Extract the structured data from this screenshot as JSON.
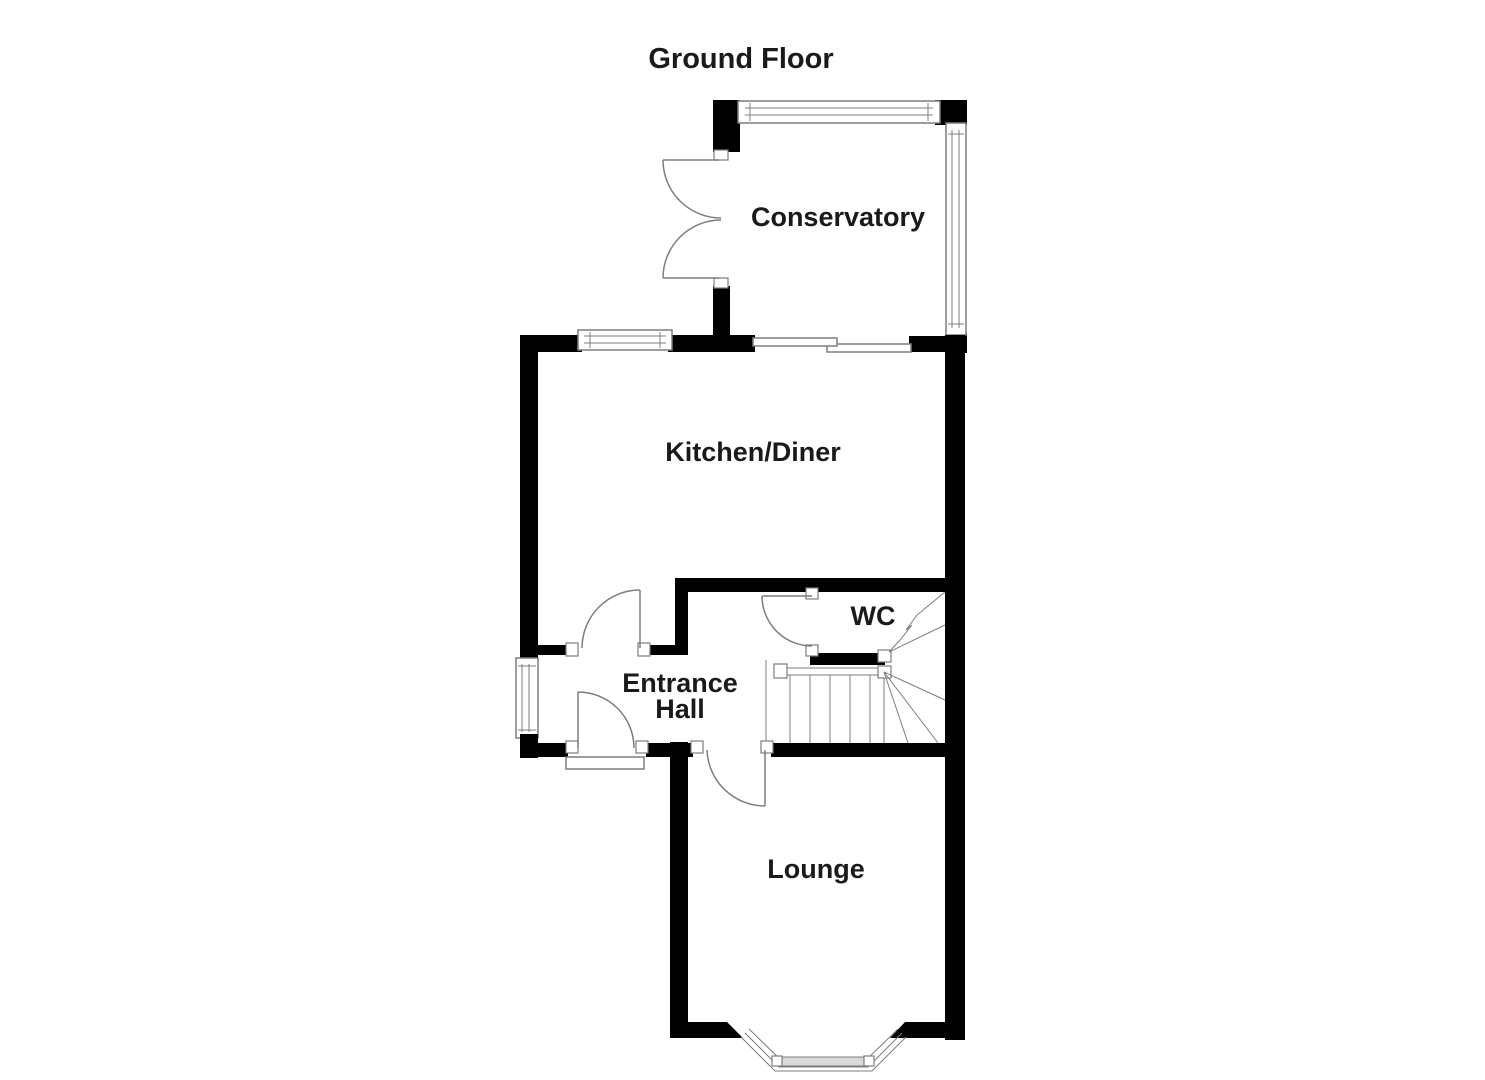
{
  "page": {
    "title": "Ground Floor"
  },
  "colors": {
    "background": "#ffffff",
    "wall": "#000000",
    "line": "#7d7d7d",
    "glass": "#d9d9d9",
    "text": "#1a1a1a"
  },
  "rooms": {
    "conservatory": {
      "label": "Conservatory"
    },
    "kitchen_diner": {
      "label": "Kitchen/Diner"
    },
    "wc": {
      "label": "WC"
    },
    "entrance_hall": {
      "label_line1": "Entrance",
      "label_line2": "Hall"
    },
    "lounge": {
      "label": "Lounge"
    }
  }
}
